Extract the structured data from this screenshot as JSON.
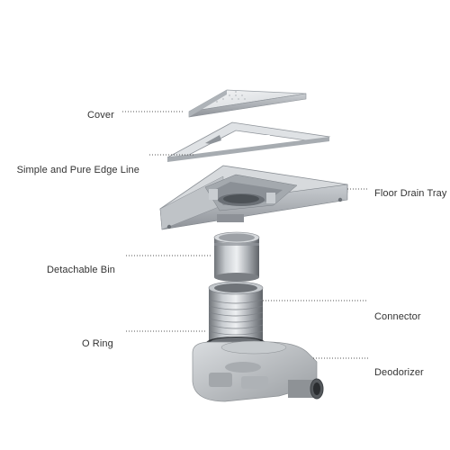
{
  "diagram": {
    "labels": {
      "cover": "Cover",
      "edge_line": "Simple and Pure Edge Line",
      "floor_drain_tray": "Floor Drain Tray",
      "detachable_bin": "Detachable Bin",
      "connector": "Connector",
      "o_ring": "O Ring",
      "deodorizer": "Deodorizer"
    },
    "colors": {
      "label_text": "#333333",
      "leader_line": "#555555",
      "steel_light": "#e8eaec",
      "steel_mid": "#b9bdc2",
      "steel_dark": "#7d8187",
      "plastic_grey": "#b7bbbe"
    }
  }
}
